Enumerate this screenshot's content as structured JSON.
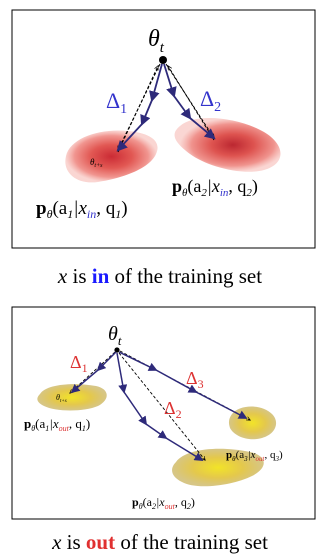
{
  "panel_in": {
    "theta": "θ",
    "theta_sub": "t",
    "delta1": "Δ",
    "delta1_sub": "1",
    "delta2": "Δ",
    "delta2_sub": "2",
    "inner_label": "θ",
    "inner_label_sub": "t+s",
    "p1_bold": "p",
    "p1_sub": "θ",
    "p1_pre": "(a",
    "p1_a_sub": "1",
    "p1_bar": "|x",
    "p1_x_sub": "in",
    "p1_post": ", q",
    "p1_q_sub": "1",
    "p1_close": ")",
    "p2_bold": "p",
    "p2_sub": "θ",
    "p2_pre": "(a",
    "p2_a_sub": "2",
    "p2_bar": "|x",
    "p2_x_sub": "in",
    "p2_post": ", q",
    "p2_q_sub": "2",
    "p2_close": ")",
    "caption_x": "x",
    "caption_is": " is ",
    "caption_key": "in",
    "caption_rest": " of the training set"
  },
  "panel_out": {
    "theta": "θ",
    "theta_sub": "t",
    "delta1": "Δ",
    "delta1_sub": "1",
    "delta2": "Δ",
    "delta2_sub": "2",
    "delta3": "Δ",
    "delta3_sub": "3",
    "inner_label": "θ",
    "inner_label_sub": "t+s",
    "p1_bold": "p",
    "p1_sub": "θ",
    "p1_pre": "(a",
    "p1_a_sub": "1",
    "p1_bar": "|x",
    "p1_x_sub": "out",
    "p1_post": ", q",
    "p1_q_sub": "1",
    "p1_close": ")",
    "p2_bold": "p",
    "p2_sub": "θ",
    "p2_pre": "(a",
    "p2_a_sub": "2",
    "p2_bar": "|x",
    "p2_x_sub": "out",
    "p2_post": ", q",
    "p2_q_sub": "2",
    "p2_close": ")",
    "p3_bold": "p",
    "p3_sub": "θ",
    "p3_pre": "(a",
    "p3_a_sub": "3",
    "p3_bar": "|x",
    "p3_x_sub": "out",
    "p3_post": ", q",
    "p3_q_sub": "3",
    "p3_close": ")",
    "caption_x": "x",
    "caption_is": " is ",
    "caption_key": "out",
    "caption_rest": " of the training set"
  },
  "colors": {
    "in_delta": "#3333cc",
    "out_delta": "#dd3333",
    "in_key": "#1a1aff",
    "out_key": "#e03030",
    "arrow": "#2e2a7a",
    "red_blob": "#e8564f",
    "yellow_blob": "#e8d25a"
  }
}
